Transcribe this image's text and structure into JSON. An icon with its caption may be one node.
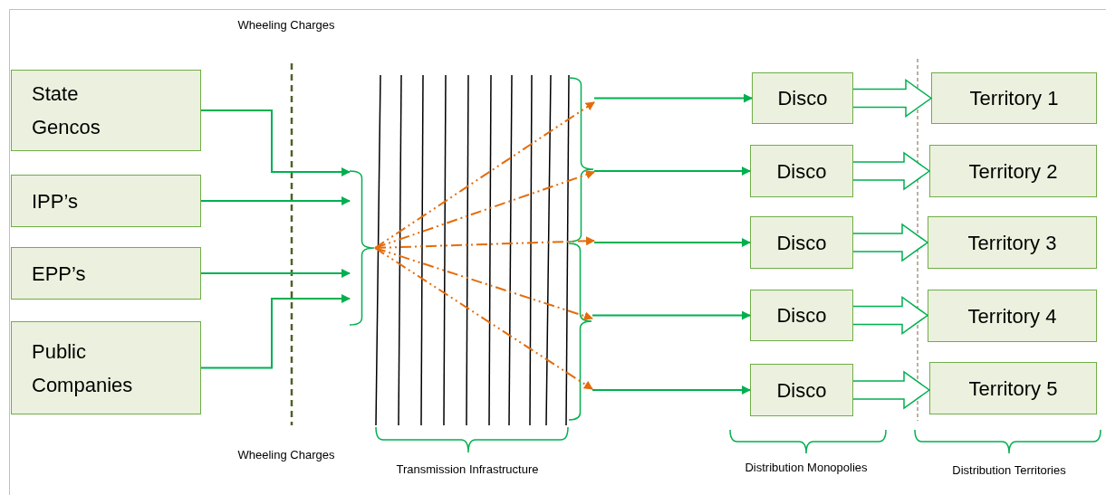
{
  "diagram": {
    "nodes": [
      {
        "text": [
          "State Gencos"
        ]
      },
      {
        "text": [
          "IPP’s"
        ]
      },
      {
        "text": [
          "EPP’s"
        ]
      },
      {
        "text": [
          "Public Companies"
        ]
      },
      {
        "text": [],
        "shape": "bracket"
      },
      {
        "text": [
          "Disco"
        ]
      },
      {
        "text": [
          "Disco"
        ]
      },
      {
        "text": [
          "Disco"
        ]
      },
      {
        "text": [
          "Disco"
        ]
      },
      {
        "text": [
          "Disco"
        ]
      },
      {
        "text": [
          "Territory 1"
        ]
      },
      {
        "text": [
          "Territory 2"
        ]
      },
      {
        "text": [
          "Territory 3"
        ]
      },
      {
        "text": [
          "Territory 4"
        ]
      },
      {
        "text": [
          "Territory 5"
        ]
      },
      {
        "text": [],
        "shape": "bracket"
      },
      {
        "text": [],
        "shape": "bracket"
      }
    ],
    "edges": [
      {
        "from": 0,
        "to": 4,
        "arrow": "to"
      },
      {
        "from": 1,
        "to": 4,
        "arrow": "to"
      },
      {
        "from": 2,
        "to": 4,
        "arrow": "to"
      },
      {
        "from": 3,
        "to": 4,
        "arrow": "to"
      },
      {
        "from": 4,
        "to": 15,
        "arrow": "to",
        "style": "dashed",
        "color": "#e46c0a"
      },
      {
        "from": 4,
        "to": 15,
        "arrow": "to",
        "style": "dashed",
        "color": "#e46c0a"
      },
      {
        "from": 4,
        "to": 15,
        "arrow": "to",
        "style": "dashed",
        "color": "#e46c0a"
      },
      {
        "from": 4,
        "to": 16,
        "arrow": "to",
        "style": "dashed",
        "color": "#e46c0a"
      },
      {
        "from": 4,
        "to": 16,
        "arrow": "to",
        "style": "dashed",
        "color": "#e46c0a"
      },
      {
        "from": 15,
        "to": 5,
        "arrow": "to"
      },
      {
        "from": 15,
        "to": 6,
        "arrow": "to"
      },
      {
        "from": 15,
        "to": 7,
        "arrow": "to"
      },
      {
        "from": 16,
        "to": 8,
        "arrow": "to"
      },
      {
        "from": 16,
        "to": 9,
        "arrow": "to"
      },
      {
        "from": 5,
        "to": 10,
        "arrow": "to",
        "style": "thick"
      },
      {
        "from": 6,
        "to": 11,
        "arrow": "to",
        "style": "thick"
      },
      {
        "from": 7,
        "to": 12,
        "arrow": "to",
        "style": "thick"
      },
      {
        "from": 8,
        "to": 13,
        "arrow": "to",
        "style": "thick"
      },
      {
        "from": 9,
        "to": 14,
        "arrow": "to",
        "style": "thick"
      }
    ],
    "labels": [
      "Wheeling Charges",
      "Wheeling Charges",
      "Transmission Infrastructure",
      "Distribution Monopolies",
      "Distribution Territories"
    ]
  }
}
